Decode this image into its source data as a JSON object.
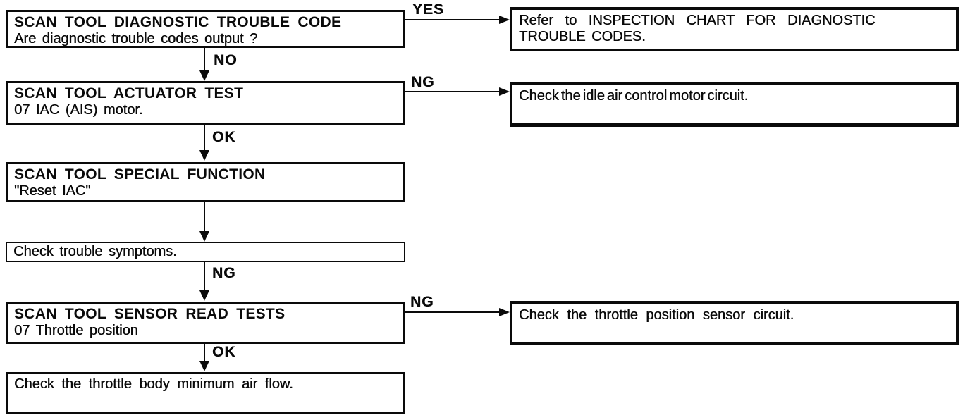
{
  "flowchart": {
    "nodes": [
      {
        "id": "scan-tool-diagnostic-trouble-code",
        "title": "SCAN TOOL DIAGNOSTIC TROUBLE CODE",
        "body": "Are diagnostic trouble codes output ?"
      },
      {
        "id": "scan-tool-actuator-test",
        "title": "SCAN TOOL ACTUATOR TEST",
        "body": "07 IAC (AIS) motor."
      },
      {
        "id": "scan-tool-special-function",
        "title": "SCAN TOOL SPECIAL FUNCTION",
        "body": "\"Reset IAC\""
      },
      {
        "id": "check-trouble-symptoms",
        "body": "Check trouble symptoms."
      },
      {
        "id": "scan-tool-sensor-read-tests",
        "title": "SCAN TOOL SENSOR READ TESTS",
        "body": "07 Throttle position"
      },
      {
        "id": "check-throttle-body-min-air-flow",
        "body": "Check the throttle body minimum air flow."
      },
      {
        "id": "refer-inspection-chart",
        "line1": "Refer to INSPECTION CHART FOR DIAGNOSTIC",
        "line2": "TROUBLE CODES."
      },
      {
        "id": "check-idle-air-control-motor",
        "body": "Check the idle air control motor circuit."
      },
      {
        "id": "check-throttle-position-sensor",
        "body": "Check the throttle position sensor circuit."
      }
    ],
    "edges": [
      {
        "from": "scan-tool-diagnostic-trouble-code",
        "to": "refer-inspection-chart",
        "label": "YES"
      },
      {
        "from": "scan-tool-diagnostic-trouble-code",
        "to": "scan-tool-actuator-test",
        "label": "NO"
      },
      {
        "from": "scan-tool-actuator-test",
        "to": "check-idle-air-control-motor",
        "label": "NG"
      },
      {
        "from": "scan-tool-actuator-test",
        "to": "scan-tool-special-function",
        "label": "OK"
      },
      {
        "from": "scan-tool-special-function",
        "to": "check-trouble-symptoms",
        "label": ""
      },
      {
        "from": "check-trouble-symptoms",
        "to": "scan-tool-sensor-read-tests",
        "label": "NG"
      },
      {
        "from": "scan-tool-sensor-read-tests",
        "to": "check-throttle-position-sensor",
        "label": "NG"
      },
      {
        "from": "scan-tool-sensor-read-tests",
        "to": "check-throttle-body-min-air-flow",
        "label": "OK"
      }
    ],
    "colors": {
      "ink": "#0a0a0a",
      "paper": "#ffffff"
    }
  }
}
